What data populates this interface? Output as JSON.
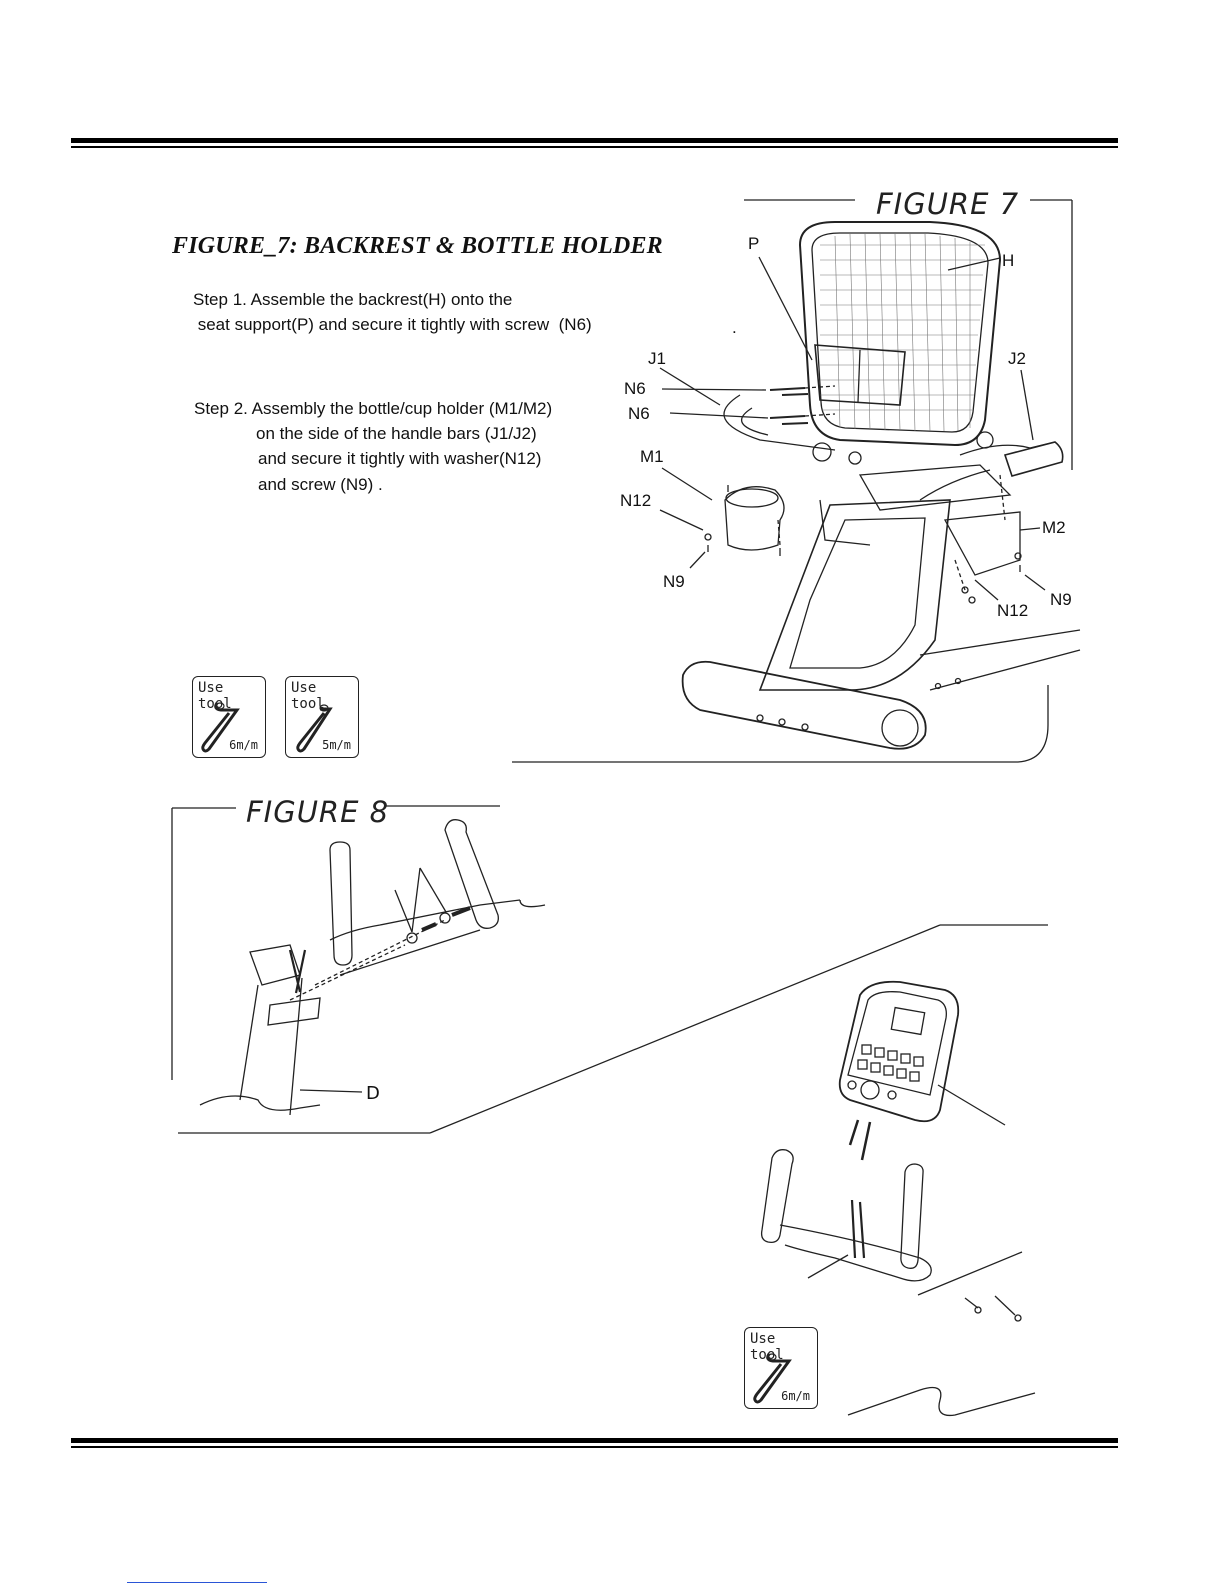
{
  "document": {
    "title": "FIGURE_7: BACKREST & BOTTLE HOLDER",
    "step1": {
      "line1": "Step 1. Assemble the backrest(H) onto the",
      "line2": " seat support(P) and secure it tightly with screw  (N6)"
    },
    "step2": {
      "line1": "Step 2. Assembly the bottle/cup holder (M1/M2)",
      "line2": "on the side of the handle bars (J1/J2)",
      "line3": "and secure it tightly with washer(N12)",
      "line4": "and screw (N9) ."
    },
    "stray_dot": "."
  },
  "figure7": {
    "label": "FIGURE 7",
    "parts": {
      "P": "P",
      "H": "H",
      "J1": "J1",
      "J2": "J2",
      "N6a": "N6",
      "N6b": "N6",
      "M1": "M1",
      "N12a": "N12",
      "N9a": "N9",
      "M2": "M2",
      "N9b": "N9",
      "N12b": "N12"
    }
  },
  "figure8": {
    "label": "FIGURE 8",
    "parts": {
      "D": "D"
    }
  },
  "tools": [
    {
      "title": "Use  tool",
      "size": "6m/m",
      "icon": "hex-key-icon"
    },
    {
      "title": "Use  tool",
      "size": "5m/m",
      "icon": "hex-key-icon"
    },
    {
      "title": "Use  tool",
      "size": "6m/m",
      "icon": "hex-key-icon"
    }
  ]
}
